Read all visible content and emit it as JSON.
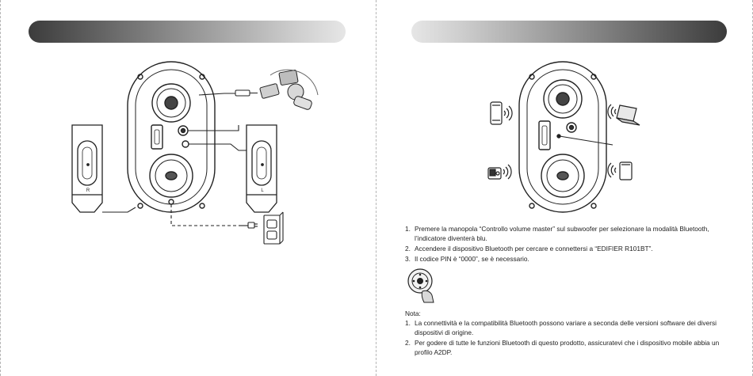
{
  "left_page": {
    "diagram": {
      "speaker_left_label": "R",
      "speaker_right_label": "L"
    }
  },
  "right_page": {
    "steps": [
      {
        "num": "1.",
        "text": "Premere la manopola “Controllo volume master” sul subwoofer per selezionare la modalità Bluetooth, l’indicatore diventerà blu."
      },
      {
        "num": "2.",
        "text": "Accendere il dispositivo Bluetooth per cercare e connettersi a “EDIFIER R101BT”."
      },
      {
        "num": "3.",
        "text": "Il codice PIN è “0000”, se è necessario."
      }
    ],
    "note_title": "Nota:",
    "notes": [
      {
        "num": "1.",
        "text": "La connettività e la compatibilità Bluetooth possono variare a seconda delle versioni software dei diversi dispositivi di origine."
      },
      {
        "num": "2.",
        "text": "Per godere di tutte le funzioni Bluetooth di questo prodotto, assicuratevi che i dispositivo mobile abbia un profilo A2DP."
      }
    ]
  }
}
